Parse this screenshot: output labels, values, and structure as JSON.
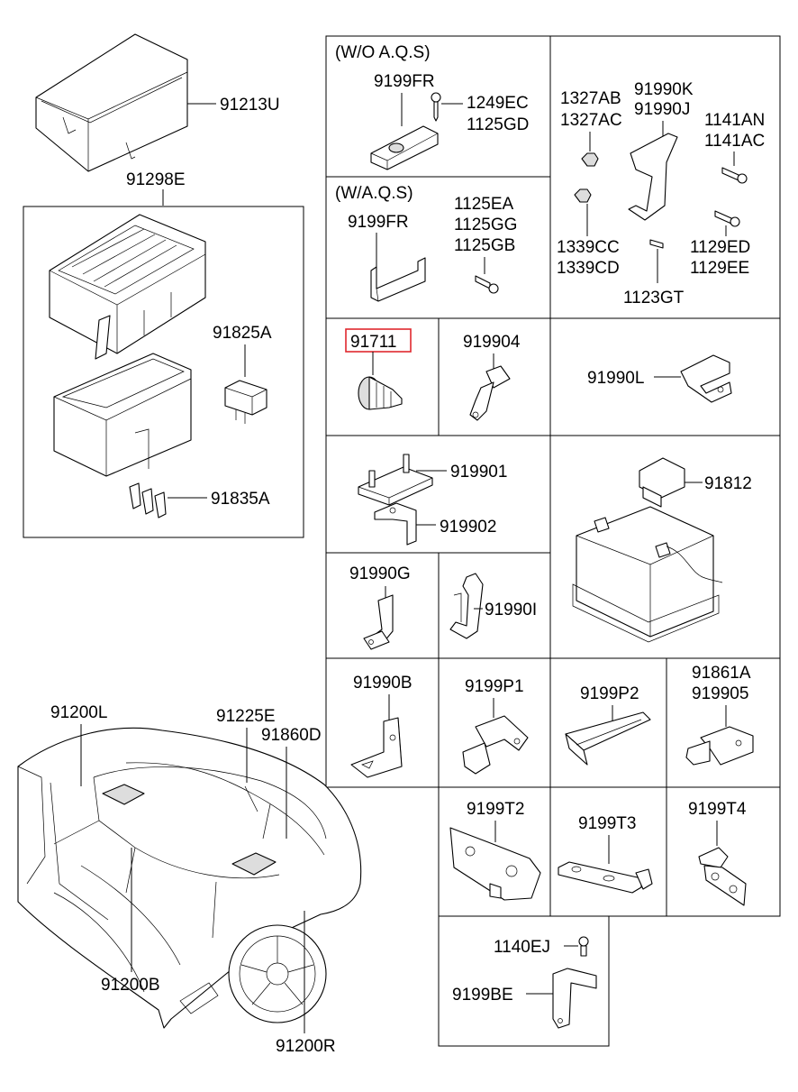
{
  "labels": {
    "p91213U": "91213U",
    "p91298E": "91298E",
    "p91825A": "91825A",
    "p91835A": "91835A",
    "woAqs": "(W/O A.Q.S)",
    "wAqs": "(W/A.Q.S)",
    "p9199FR_a": "9199FR",
    "p9199FR_b": "9199FR",
    "p1249EC": "1249EC",
    "p1125GD": "1125GD",
    "p1125EA": "1125EA",
    "p1125GG": "1125GG",
    "p1125GB": "1125GB",
    "p1327AB": "1327AB",
    "p1327AC": "1327AC",
    "p91990K": "91990K",
    "p91990J": "91990J",
    "p1141AN": "1141AN",
    "p1141AC": "1141AC",
    "p1339CC": "1339CC",
    "p1339CD": "1339CD",
    "p1129ED": "1129ED",
    "p1129EE": "1129EE",
    "p1123GT": "1123GT",
    "p91711": "91711",
    "p919904": "919904",
    "p91990L": "91990L",
    "p919901": "919901",
    "p919902": "919902",
    "p91812": "91812",
    "p91990G": "91990G",
    "p91990I": "91990I",
    "p91990B": "91990B",
    "p9199P1": "9199P1",
    "p9199P2": "9199P2",
    "p91861A": "91861A",
    "p919905": "919905",
    "p91200L": "91200L",
    "p91225E": "91225E",
    "p91860D": "91860D",
    "p91200B": "91200B",
    "p91200R": "91200R",
    "p9199T2": "9199T2",
    "p9199T3": "9199T3",
    "p9199T4": "9199T4",
    "p1140EJ": "1140EJ",
    "p9199BE": "9199BE"
  },
  "highlight": {
    "part": "91711",
    "color": "#e0282e"
  }
}
